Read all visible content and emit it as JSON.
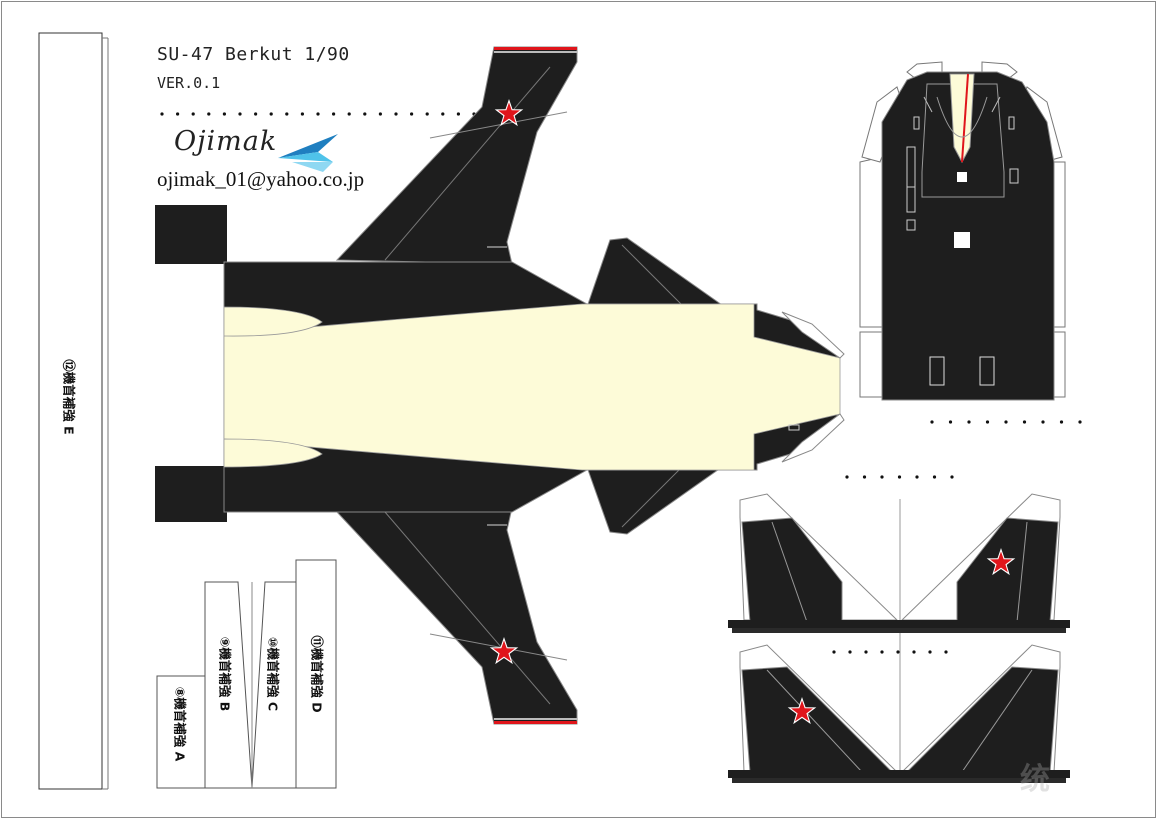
{
  "sheet": {
    "title": "SU-47 Berkut 1/90",
    "version": "VER.0.1",
    "brand": "Ojimak",
    "email": "ojimak_01@yahoo.co.jp",
    "watermark": "统"
  },
  "strips": {
    "e": "⑫機首補強 E",
    "a": "⑧機首補強 A",
    "b": "⑨機首補強 B",
    "c": "⑩機首補強 C",
    "d": "⑪機首補強 D"
  },
  "colors": {
    "body": "#1e1e1e",
    "cream": "#fdfbd8",
    "star": "#e0151b",
    "logo": "#2aa8d8"
  },
  "icons": [
    "ojimak-logo-icon",
    "red-star-icon"
  ]
}
